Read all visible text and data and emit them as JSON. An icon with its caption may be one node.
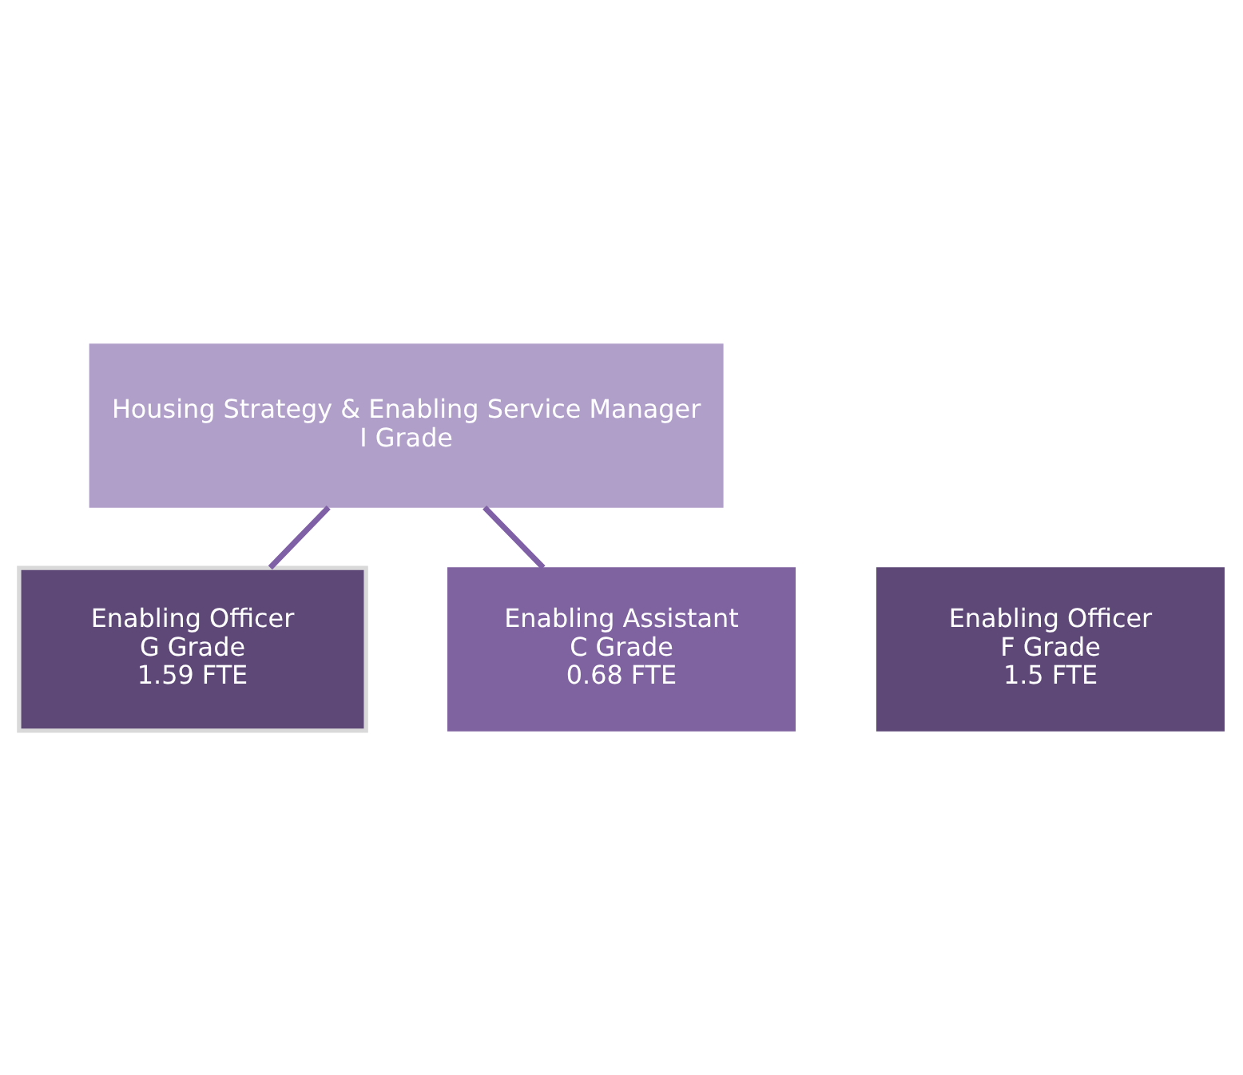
{
  "diagram": {
    "nodes": [
      {
        "text": [
          "Housing Strategy & Enabling Service Manager",
          "I Grade"
        ]
      },
      {
        "text": [
          "Enabling Officer",
          "G Grade",
          "1.59 FTE"
        ]
      },
      {
        "text": [
          "Enabling Officer",
          "F Grade",
          "1.5 FTE"
        ]
      },
      {
        "text": [
          "Enabling Assistant",
          "C Grade",
          "0.68 FTE"
        ]
      }
    ],
    "edges": [
      {
        "from": 0,
        "to": 1,
        "arrow": "none"
      },
      {
        "from": 0,
        "to": 3,
        "arrow": "none"
      }
    ]
  }
}
